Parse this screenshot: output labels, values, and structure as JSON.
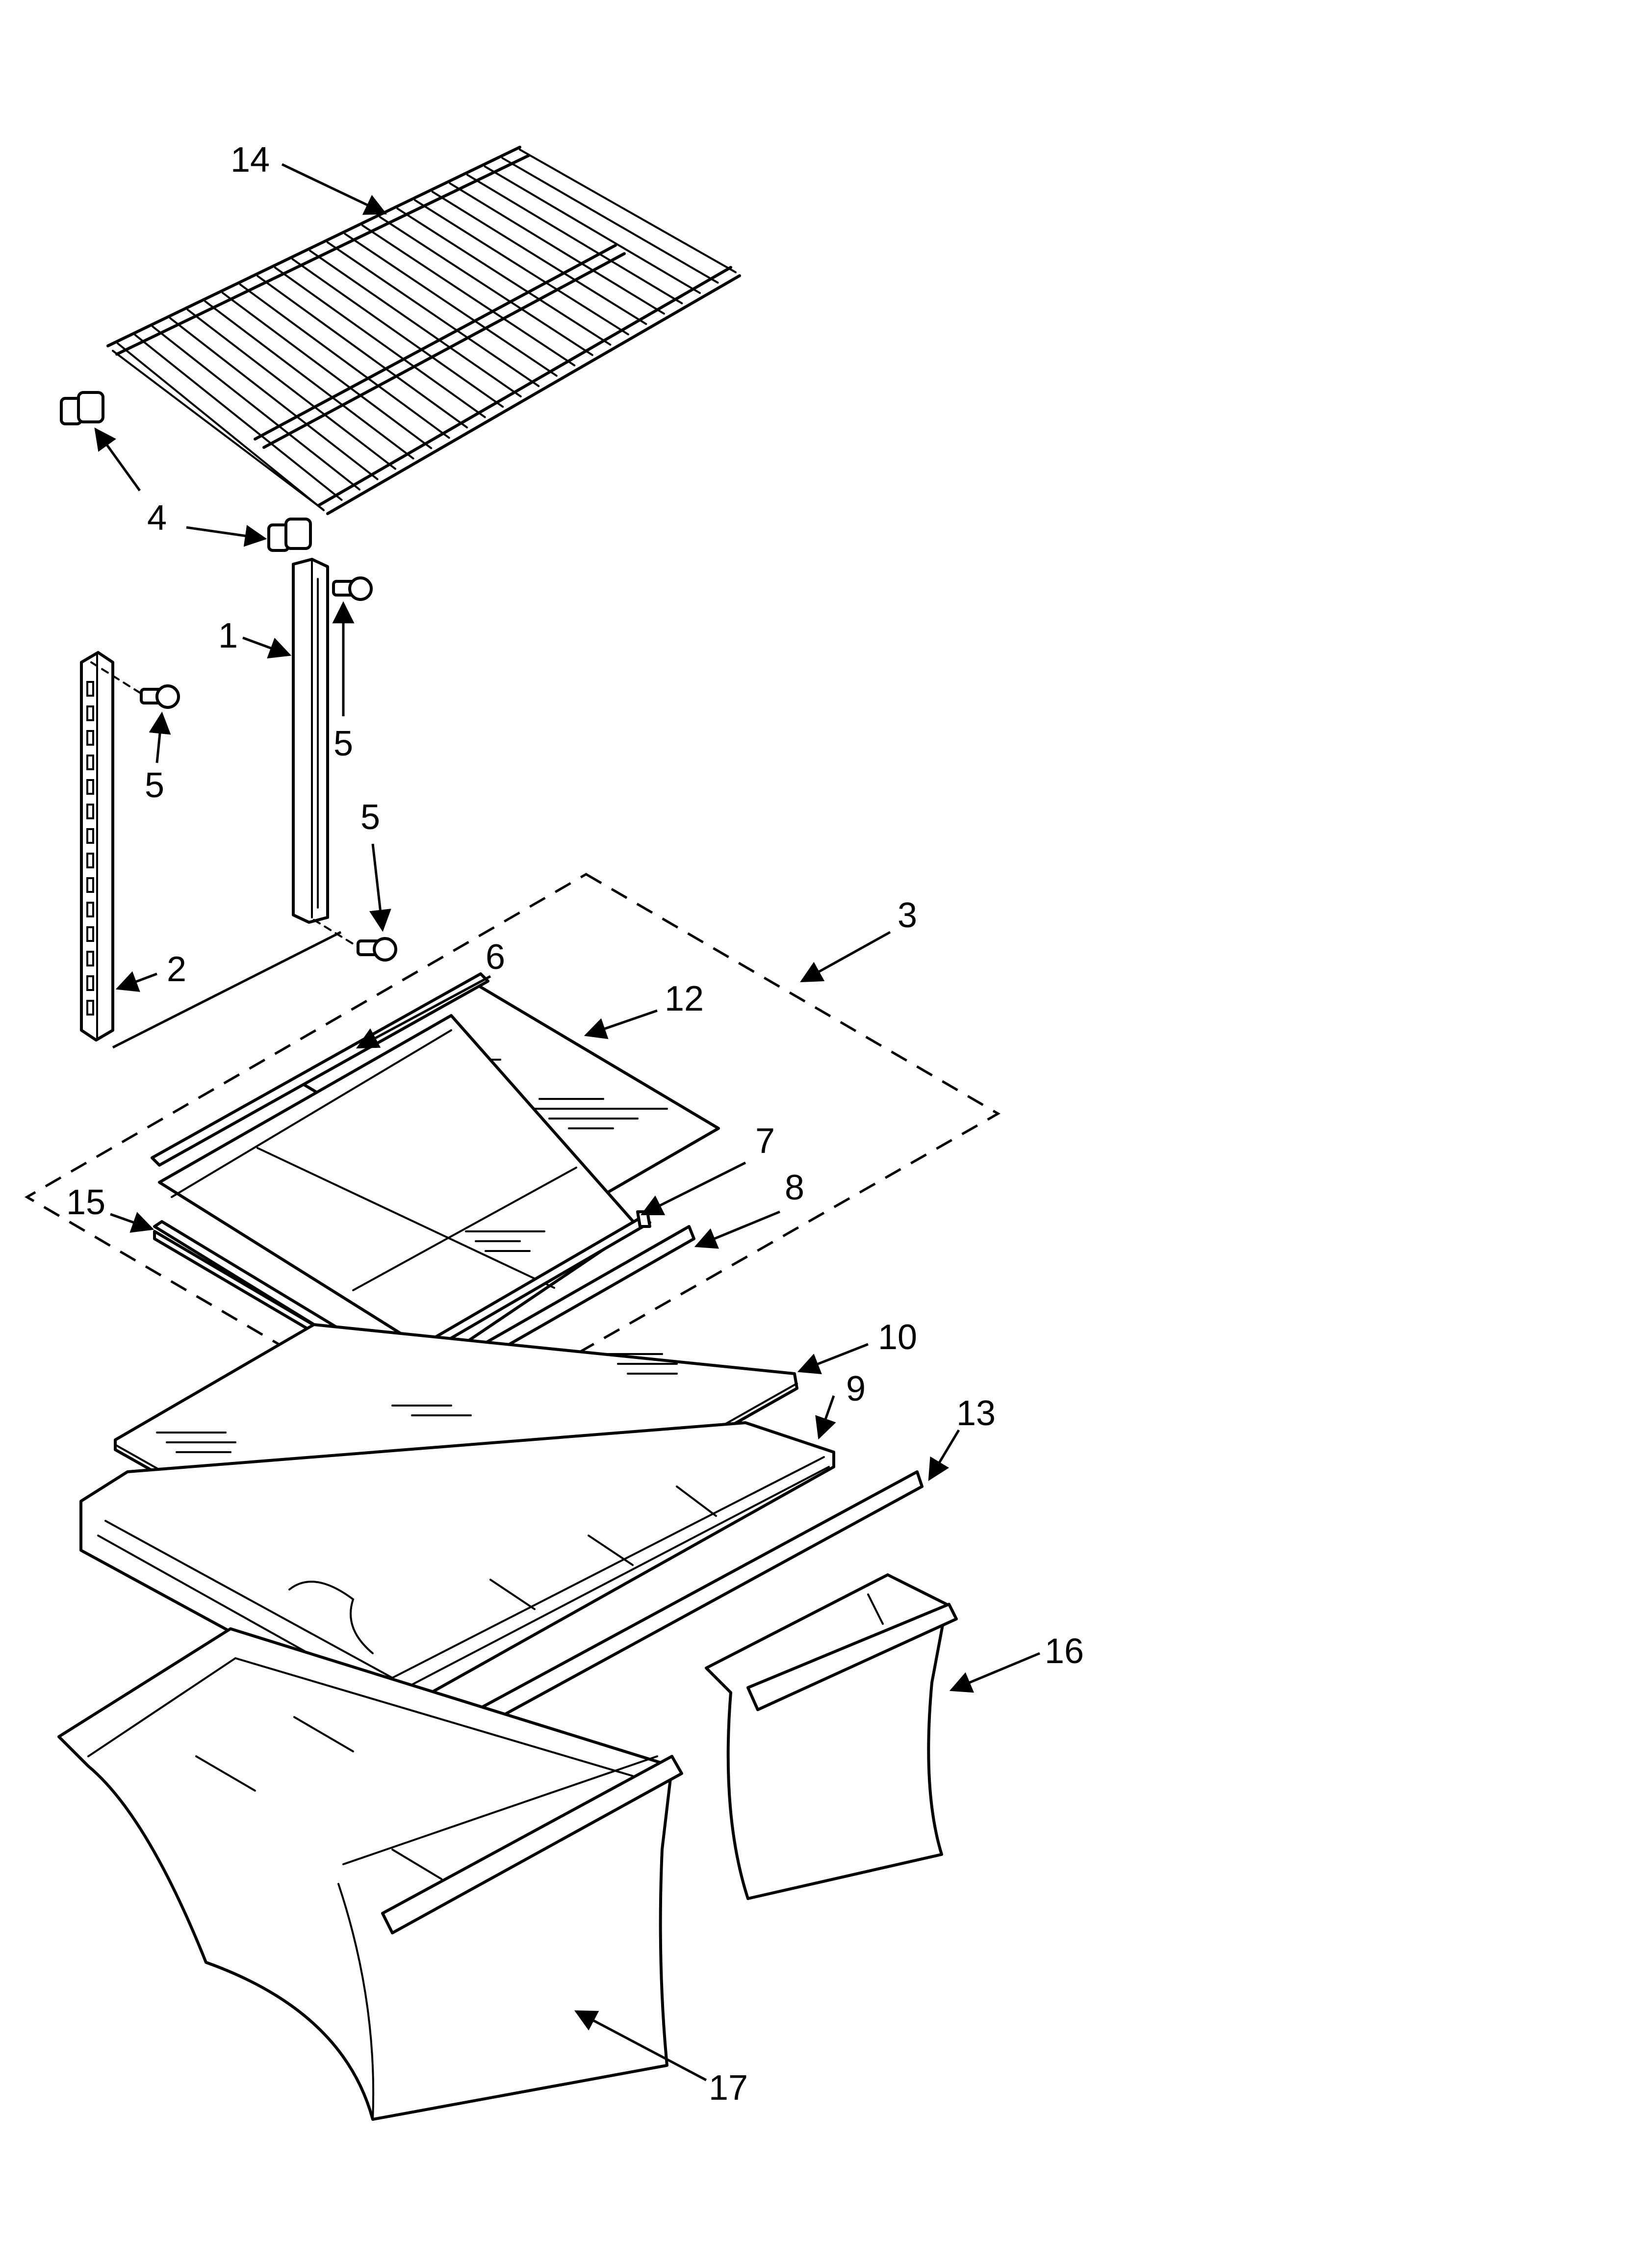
{
  "callouts": {
    "c1": "1",
    "c2": "2",
    "c3": "3",
    "c4": "4",
    "c5a": "5",
    "c5b": "5",
    "c5c": "5",
    "c6": "6",
    "c7": "7",
    "c8": "8",
    "c9": "9",
    "c10": "10",
    "c12": "12",
    "c13": "13",
    "c14": "14",
    "c15": "15",
    "c16": "16",
    "c17": "17"
  }
}
